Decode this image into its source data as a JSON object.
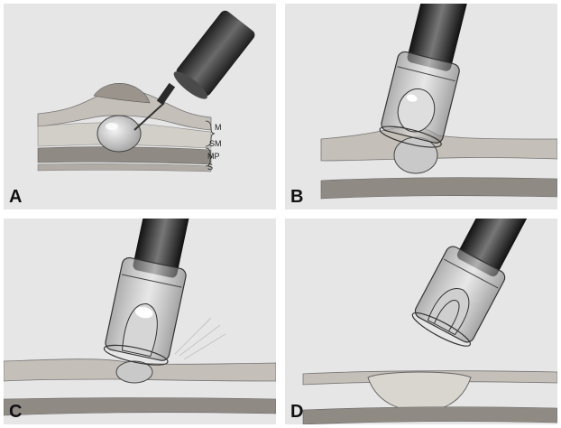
{
  "panels": [
    {
      "label": "A"
    },
    {
      "label": "B"
    },
    {
      "label": "C"
    },
    {
      "label": "D"
    }
  ],
  "layer_labels": {
    "m": "M",
    "sm": "SM",
    "mp": "MP",
    "s": "S"
  },
  "colors": {
    "background": "#e6e6e6",
    "tissue": "#b9b4ad",
    "muscle": "#8f8a84",
    "device": "#2f2f2f"
  }
}
